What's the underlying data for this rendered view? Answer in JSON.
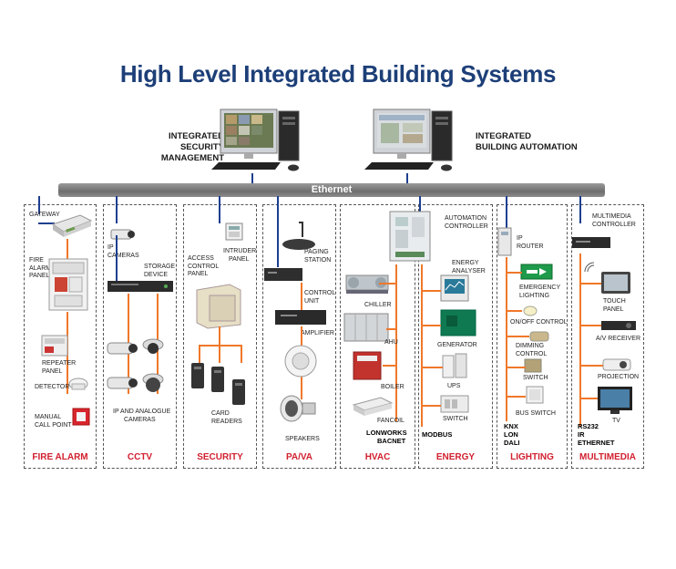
{
  "title": "High Level Integrated Building Systems",
  "workstations": [
    {
      "label_line1": "INTEGRATED",
      "label_line2": "SECURITY MANAGEMENT"
    },
    {
      "label_line1": "INTEGRATED",
      "label_line2": "BUILDING AUTOMATION"
    }
  ],
  "network": {
    "label": "Ethernet"
  },
  "colors": {
    "title": "#1d3f78",
    "ethernet": "#7a7a7a",
    "backbone": "#1e3f90",
    "subnet": "#f0782a",
    "footer": "#d1202f"
  },
  "systems": {
    "fire_alarm": {
      "footer": "FIRE ALARM",
      "gateway": "GATEWAY",
      "panel": [
        "FIRE",
        "ALARM",
        "PANEL"
      ],
      "repeater": [
        "REPEATER",
        "PANEL"
      ],
      "detector": "DETECTOR",
      "call_point": [
        "MANUAL",
        "CALL POINT"
      ]
    },
    "cctv": {
      "footer": "CCTV",
      "ip_cameras": [
        "IP",
        "CAMERAS"
      ],
      "storage": [
        "STORAGE",
        "DEVICE"
      ],
      "analogue": [
        "IP AND ANALOGUE",
        "CAMERAS"
      ]
    },
    "security": {
      "footer": "SECURITY",
      "access": [
        "ACCESS",
        "CONTROL",
        "PANEL"
      ],
      "intruder": [
        "INTRUDER",
        "PANEL"
      ],
      "readers": [
        "CARD",
        "READERS"
      ]
    },
    "pava": {
      "footer": "PA/VA",
      "paging": [
        "PAGING",
        "STATION"
      ],
      "control": [
        "CONTROL",
        "UNIT"
      ],
      "amplifier": "AMPLIFIER",
      "speakers": "SPEAKERS"
    },
    "hvac": {
      "footer": "HVAC",
      "controller": [
        "AUTOMATION",
        "CONTROLLER"
      ],
      "chiller": "CHILLER",
      "ahu": "AHU",
      "boiler": "BOILER",
      "fancoil": "FANCOIL",
      "protocols": [
        "LONWORKS",
        "BACNET"
      ]
    },
    "energy": {
      "footer": "ENERGY",
      "analyser": [
        "ENERGY",
        "ANALYSER"
      ],
      "generator": "GENERATOR",
      "ups": "UPS",
      "switch": "SWITCH",
      "protocols": [
        "MODBUS"
      ]
    },
    "lighting": {
      "footer": "LIGHTING",
      "router": [
        "IP",
        "ROUTER"
      ],
      "emergency": [
        "EMERGENCY",
        "LIGHTING"
      ],
      "onoff": "ON/OFF CONTROL",
      "dimming": [
        "DIMMING",
        "CONTROL"
      ],
      "switch": "SWITCH",
      "bus_switch": "BUS SWITCH",
      "protocols": [
        "KNX",
        "LON",
        "DALI"
      ]
    },
    "multimedia": {
      "footer": "MULTIMEDIA",
      "controller": [
        "MULTIMEDIA",
        "CONTROLLER"
      ],
      "touch": [
        "TOUCH",
        "PANEL"
      ],
      "receiver": "A/V RECEIVER",
      "projection": "PROJECTION",
      "tv": "TV",
      "protocols": [
        "RS232",
        "IR",
        "ETHERNET"
      ]
    }
  }
}
